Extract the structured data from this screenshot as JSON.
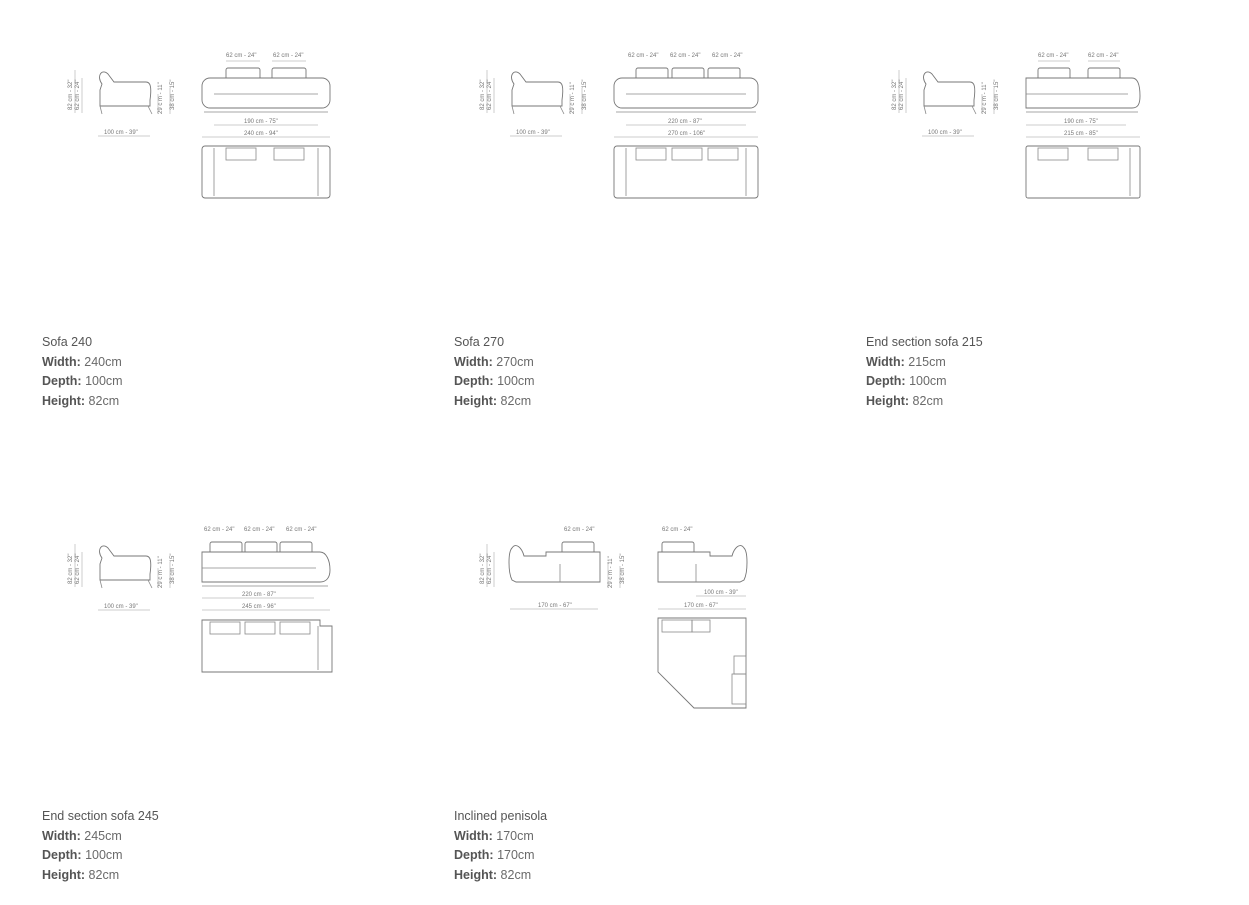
{
  "products": [
    {
      "title": "Sofa 240",
      "width_label": "Width:",
      "width_value": "240cm",
      "depth_label": "Depth:",
      "depth_value": "100cm",
      "height_label": "Height:",
      "height_value": "82cm",
      "dims": {
        "cushion_a": "62 cm - 24\"",
        "cushion_b": "62 cm - 24\"",
        "seat_w": "190 cm - 75\"",
        "total_w": "240 cm - 94\"",
        "depth": "100 cm - 39\"",
        "h1": "82 cm - 32\"",
        "h2": "62 cm - 24\"",
        "h3": "29 c m - 11\"",
        "h4": "38 cm - 15\""
      }
    },
    {
      "title": "Sofa 270",
      "width_label": "Width:",
      "width_value": "270cm",
      "depth_label": "Depth:",
      "depth_value": "100cm",
      "height_label": "Height:",
      "height_value": "82cm",
      "dims": {
        "cushion_a": "62 cm - 24\"",
        "cushion_b": "62 cm - 24\"",
        "cushion_c": "62 cm - 24\"",
        "seat_w": "220 cm - 87\"",
        "total_w": "270 cm - 106\"",
        "depth": "100 cm - 39\"",
        "h1": "82 cm - 32\"",
        "h2": "62 cm - 24\"",
        "h3": "29 c m - 11\"",
        "h4": "38 cm - 15\""
      }
    },
    {
      "title": "End section sofa 215",
      "width_label": "Width:",
      "width_value": "215cm",
      "depth_label": "Depth:",
      "depth_value": "100cm",
      "height_label": "Height:",
      "height_value": "82cm",
      "dims": {
        "cushion_a": "62 cm - 24\"",
        "cushion_b": "62 cm - 24\"",
        "seat_w": "190 cm - 75\"",
        "total_w": "215 cm - 85\"",
        "depth": "100 cm - 39\"",
        "h1": "82 cm - 32\"",
        "h2": "62 cm - 24\"",
        "h3": "29 c m - 11\"",
        "h4": "38 cm - 15\""
      }
    },
    {
      "title": "End section sofa 245",
      "width_label": "Width:",
      "width_value": "245cm",
      "depth_label": "Depth:",
      "depth_value": "100cm",
      "height_label": "Height:",
      "height_value": "82cm",
      "dims": {
        "cushion_a": "62 cm - 24\"",
        "cushion_b": "62 cm - 24\"",
        "cushion_c": "62 cm - 24\"",
        "seat_w": "220 cm - 87\"",
        "total_w": "245 cm - 96\"",
        "depth": "100 cm - 39\"",
        "h1": "82 cm - 32\"",
        "h2": "62 cm - 24\"",
        "h3": "29 c m - 11\"",
        "h4": "38 cm - 15\""
      }
    },
    {
      "title": "Inclined penisola",
      "width_label": "Width:",
      "width_value": "170cm",
      "depth_label": "Depth:",
      "depth_value": "170cm",
      "height_label": "Height:",
      "height_value": "82cm",
      "dims": {
        "cushion_a": "62 cm - 24\"",
        "cushion_b": "62 cm - 24\"",
        "width_a": "170 cm - 67\"",
        "width_b": "170 cm - 67\"",
        "depth": "100 cm - 39\"",
        "h1": "82 cm - 32\"",
        "h2": "62 cm - 24\"",
        "h3": "29 c m - 11\"",
        "h4": "38 cm - 15\""
      }
    }
  ]
}
